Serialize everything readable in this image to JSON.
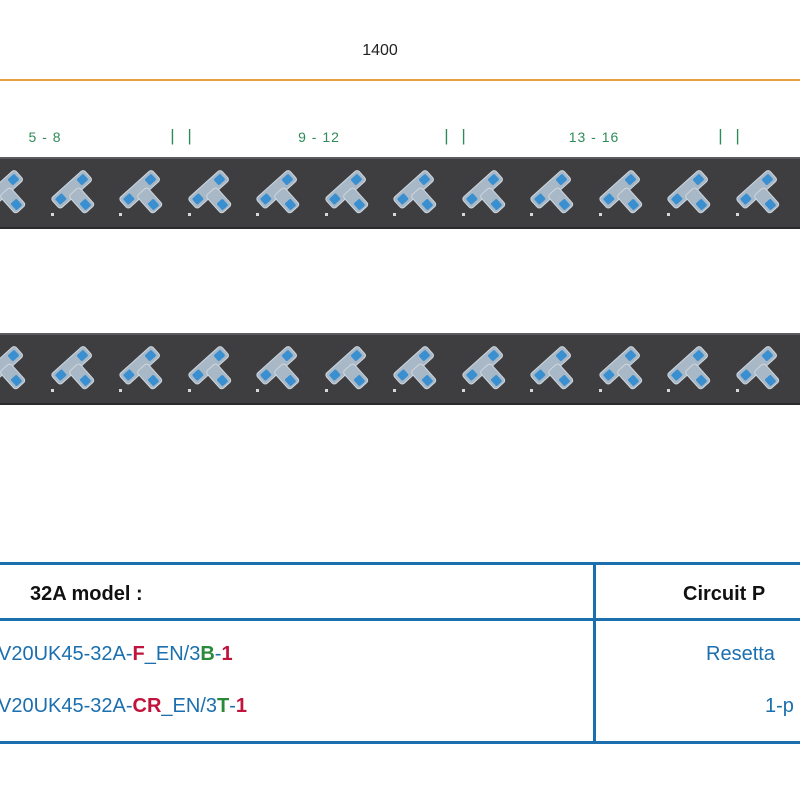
{
  "dimension": {
    "label": "1400"
  },
  "groups": [
    {
      "label": "5 - 8"
    },
    {
      "label": "| |"
    },
    {
      "label": "9 - 12"
    },
    {
      "label": "| |"
    },
    {
      "label": "13 - 16"
    },
    {
      "label": "| |"
    }
  ],
  "strips": [
    {
      "name": "top-pdu-strip",
      "outlet_count": 12,
      "outlet_icon": "c13-outlet-icon"
    },
    {
      "name": "bottom-pdu-strip",
      "outlet_count": 12,
      "outlet_icon": "c13-outlet-icon"
    }
  ],
  "table": {
    "header_models": "32A model :",
    "header_protection": "Circuit P",
    "rows": [
      {
        "model_parts": [
          "V20UK45-32A-",
          "F",
          "_EN/3",
          "B",
          "-",
          "1"
        ],
        "protection": "Resetta"
      },
      {
        "model_parts": [
          "V20UK45-32A-",
          "CR",
          "_EN/3",
          "T",
          "-",
          "1"
        ],
        "protection": "1-p"
      }
    ]
  },
  "colors": {
    "dimension_line": "#e8a040",
    "group_label": "#2e8b57",
    "strip": "#3e3e40",
    "outlet": "#a9b8c6",
    "outlet_slot": "#3a8fd0",
    "table_rule": "#1b6fae",
    "model_text": "#1b6fae",
    "accent_red": "#c0143c",
    "accent_green": "#2a8a3a"
  }
}
